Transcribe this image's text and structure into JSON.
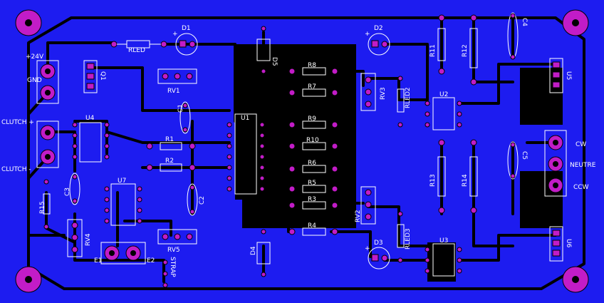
{
  "colors": {
    "copper": "#1d1cf0",
    "pad": "#c21cc7",
    "trace": "#000000",
    "silk": "#ffffff"
  },
  "labels": {
    "plus24v": "+24V",
    "gnd": "GND",
    "clutch_plus": "CLUTCH +",
    "clutch_minus": "CLUTCH -",
    "rled": "RLED",
    "d1": "D1",
    "d2": "D2",
    "d3": "D3",
    "d4": "D4",
    "d5": "D5",
    "q1": "Q1",
    "rv1": "RV1",
    "rv2": "RV2",
    "rv3": "RV3",
    "rv4": "RV4",
    "rv5": "RV5",
    "c1": "C1",
    "c2": "C2",
    "c3": "C3",
    "c4": "C4",
    "c5": "C5",
    "u1": "U1",
    "u2": "U2",
    "u3": "U3",
    "u4": "U4",
    "u5": "U5",
    "u6": "U6",
    "u7": "U7",
    "r1": "R1",
    "r2": "R2",
    "r3": "R3",
    "r4": "R4",
    "r5": "R5",
    "r6": "R6",
    "r7": "R7",
    "r8": "R8",
    "r9": "R9",
    "r10": "R10",
    "r11": "R11",
    "r12": "R12",
    "r13": "R13",
    "r14": "R14",
    "r15": "R15",
    "rled2": "RLED2",
    "rled3": "RLED3",
    "cw": "CW",
    "neutre": "NEUTRE",
    "ccw": "CCW",
    "e1": "E1",
    "e2": "E2",
    "strap": "STRAP",
    "plus": "+"
  }
}
